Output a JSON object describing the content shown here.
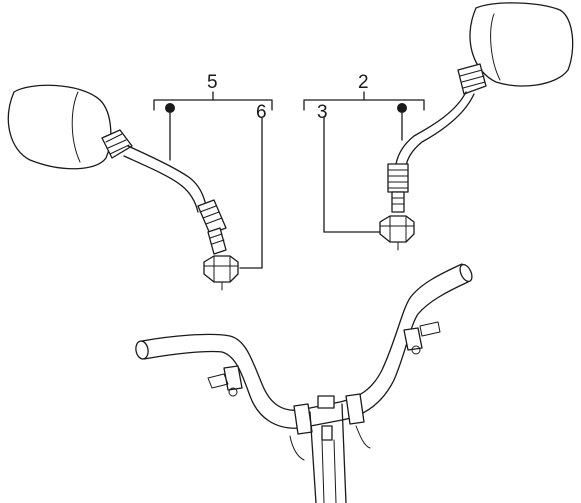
{
  "diagram": {
    "callouts": {
      "left_group": "5",
      "left_nut": "6",
      "right_group": "2",
      "right_nut": "3"
    },
    "colors": {
      "ink": "#1a1a1a",
      "background": "#ffffff"
    }
  }
}
